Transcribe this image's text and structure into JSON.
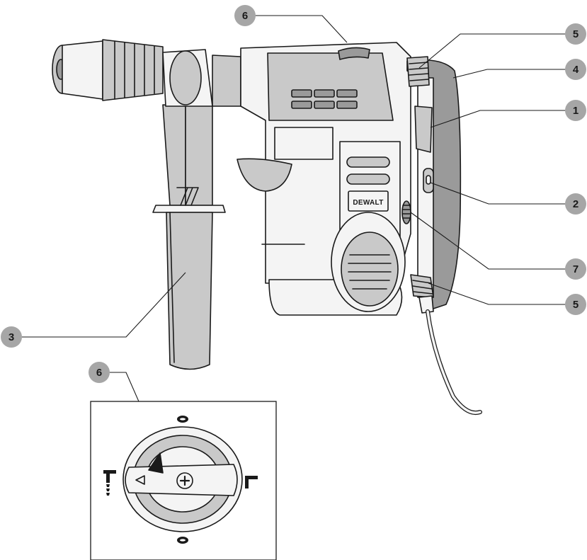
{
  "brand": "DEWALT",
  "callouts": [
    {
      "label": "6",
      "part": "mode-selector-top"
    },
    {
      "label": "5",
      "part": "upper-vibration-damper"
    },
    {
      "label": "4",
      "part": "main-handle"
    },
    {
      "label": "1",
      "part": "trigger-switch"
    },
    {
      "label": "2",
      "part": "lock-on-button"
    },
    {
      "label": "7",
      "part": "speed-control-wheel"
    },
    {
      "label": "5",
      "part": "lower-vibration-damper"
    },
    {
      "label": "3",
      "part": "side-handle"
    },
    {
      "label": "6",
      "part": "mode-selector-detail"
    }
  ],
  "colors": {
    "ink": "#1a1a1a",
    "callout_fill": "#a6a6a6",
    "body": "#f4f4f4",
    "mid": "#c9c9c9",
    "dark": "#9a9a9a"
  },
  "inset": {
    "symbols": [
      "hammer-drill-icon",
      "hammer-icon",
      "zero-position-icon",
      "plus-icon",
      "arrow-left-icon"
    ]
  }
}
